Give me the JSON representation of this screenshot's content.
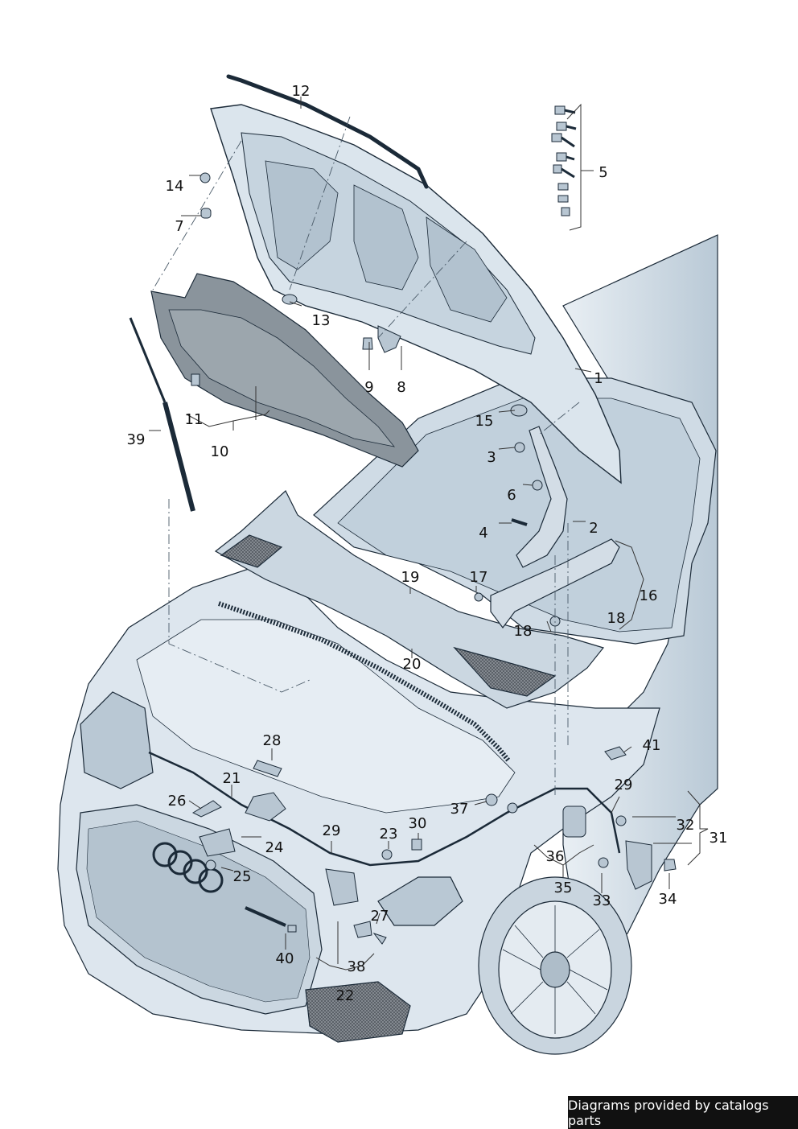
{
  "diagram": {
    "callouts": [
      "1",
      "2",
      "3",
      "4",
      "5",
      "6",
      "7",
      "8",
      "9",
      "10",
      "11",
      "12",
      "13",
      "14",
      "15",
      "16",
      "17",
      "18",
      "18",
      "19",
      "20",
      "21",
      "22",
      "23",
      "24",
      "25",
      "26",
      "27",
      "28",
      "29",
      "29",
      "30",
      "31",
      "32",
      "33",
      "34",
      "35",
      "36",
      "37",
      "38",
      "39",
      "40",
      "41"
    ]
  },
  "credit": "Diagrams provided by catalogs parts",
  "colors": {
    "line": "#1b2a38",
    "body_fill": "#dde6ee",
    "body_shade": "#c2d2df",
    "liner_fill": "#8a949c",
    "mesh_fill": "#6d7379",
    "leader": "#555555"
  }
}
